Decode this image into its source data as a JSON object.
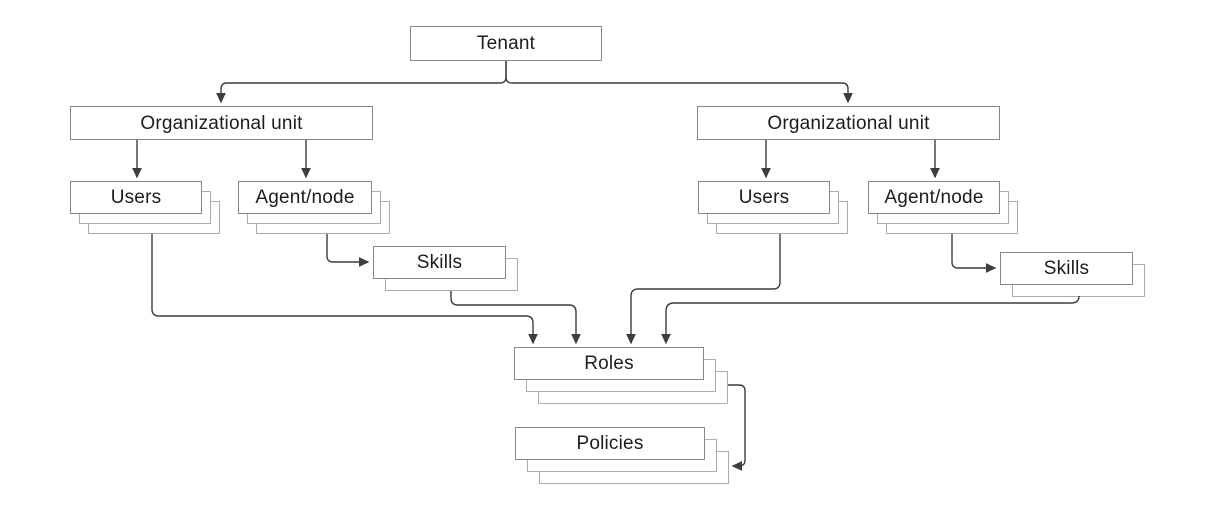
{
  "diagram": {
    "nodes": {
      "tenant": {
        "label": "Tenant"
      },
      "ou_left": {
        "label": "Organizational unit"
      },
      "ou_right": {
        "label": "Organizational unit"
      },
      "users_left": {
        "label": "Users"
      },
      "agent_left": {
        "label": "Agent/node"
      },
      "users_right": {
        "label": "Users"
      },
      "agent_right": {
        "label": "Agent/node"
      },
      "skills_left": {
        "label": "Skills"
      },
      "skills_right": {
        "label": "Skills"
      },
      "roles": {
        "label": "Roles"
      },
      "policies": {
        "label": "Policies"
      }
    },
    "edges": [
      {
        "from": "Tenant",
        "to": "Organizational unit (left)"
      },
      {
        "from": "Tenant",
        "to": "Organizational unit (right)"
      },
      {
        "from": "Organizational unit (left)",
        "to": "Users (left)"
      },
      {
        "from": "Organizational unit (left)",
        "to": "Agent/node (left)"
      },
      {
        "from": "Organizational unit (right)",
        "to": "Users (right)"
      },
      {
        "from": "Organizational unit (right)",
        "to": "Agent/node (right)"
      },
      {
        "from": "Agent/node (left)",
        "to": "Skills (left)"
      },
      {
        "from": "Agent/node (right)",
        "to": "Skills (right)"
      },
      {
        "from": "Users (left)",
        "to": "Roles"
      },
      {
        "from": "Skills (left)",
        "to": "Roles"
      },
      {
        "from": "Users (right)",
        "to": "Roles"
      },
      {
        "from": "Skills (right)",
        "to": "Roles"
      },
      {
        "from": "Roles",
        "to": "Policies"
      }
    ],
    "colors": {
      "background": "#ffffff",
      "box_border": "#898989",
      "stack_border": "#acacac",
      "connector": "#3d3d3d",
      "text": "#1c1c1c"
    }
  }
}
